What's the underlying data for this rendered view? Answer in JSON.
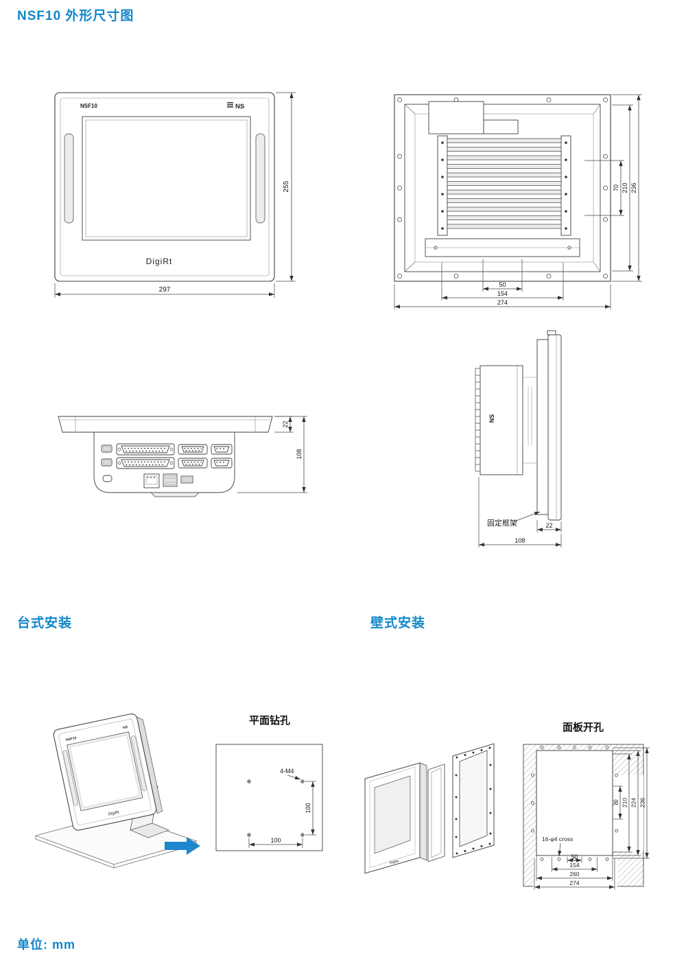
{
  "page": {
    "title": "NSF10 外形尺寸图",
    "unit_label": "单位: mm",
    "accent_color": "#1287c9"
  },
  "front_view": {
    "model": "NSF10",
    "logo": "NS",
    "brand": "DigiRt",
    "width": "297",
    "height": "255"
  },
  "rear_view": {
    "dim_70": "70",
    "dim_210": "210",
    "dim_236": "236",
    "dim_50": "50",
    "dim_154": "154",
    "dim_274": "274"
  },
  "bottom_view": {
    "dim_22": "22",
    "dim_108": "108"
  },
  "side_view": {
    "logo": "NS",
    "frame_label": "固定框架",
    "dim_22": "22",
    "dim_108": "108"
  },
  "desktop": {
    "heading": "台式安装",
    "drill": {
      "title": "平面钻孔",
      "holes": "4-M4",
      "dim_v": "100",
      "dim_h": "100"
    }
  },
  "wall": {
    "heading": "壁式安装",
    "cutout": {
      "title": "面板开孔",
      "holes": "16-φ4 cross",
      "dim_70": "70",
      "dim_210": "210",
      "dim_224": "224",
      "dim_236": "236",
      "dim_50": "50",
      "dim_154": "154",
      "dim_260": "260",
      "dim_274": "274"
    }
  }
}
